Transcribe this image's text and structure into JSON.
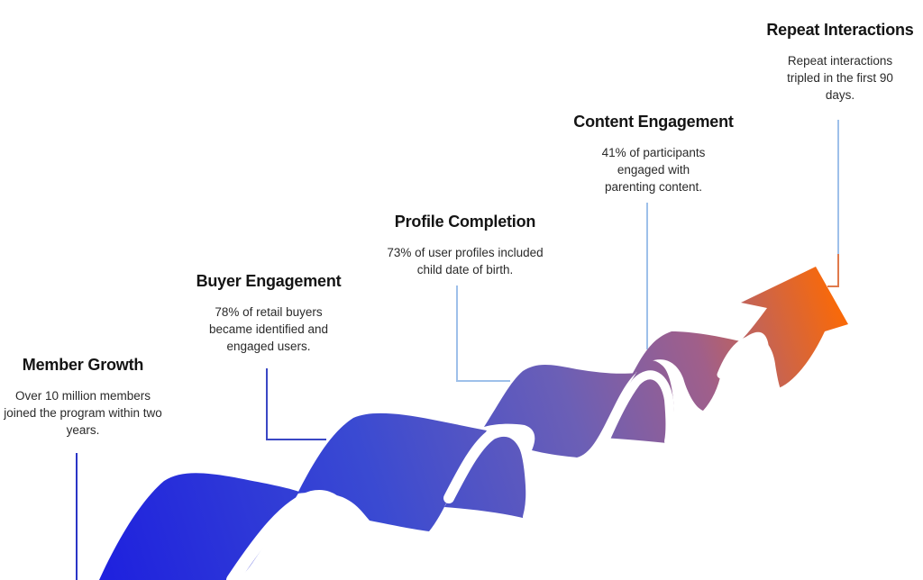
{
  "milestones": [
    {
      "title": "Member Growth",
      "description": "Over 10 million members joined the program within two years."
    },
    {
      "title": "Buyer Engagement",
      "description": "78% of retail buyers became identified and engaged users."
    },
    {
      "title": "Profile Completion",
      "description": "73% of user profiles included child date of birth."
    },
    {
      "title": "Content Engagement",
      "description": "41% of participants engaged with parenting content."
    },
    {
      "title": "Repeat Interactions",
      "description": "Repeat interactions tripled in the first 90 days."
    }
  ],
  "colors": {
    "gradient_start": "#1f22de",
    "gradient_mid": "#3d4fd0",
    "gradient_purple": "#8a5c9c",
    "gradient_end": "#ff6a00",
    "leader_blue": "#3a44c8",
    "leader_light": "#9ec0ea",
    "leader_orange": "#e07a4c"
  },
  "icons": {
    "arrow": "growth-ribbon-arrow-icon"
  }
}
